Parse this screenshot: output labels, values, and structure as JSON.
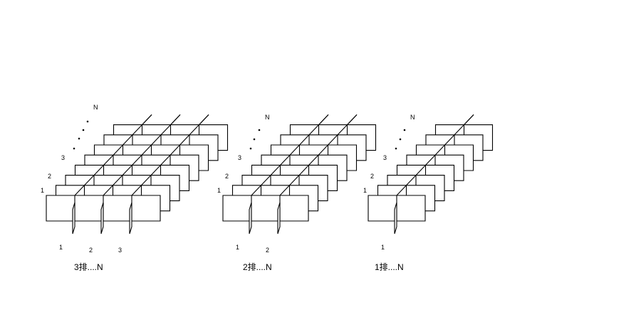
{
  "diagrams": [
    {
      "caption": "3排....N",
      "column_labels": [
        "1",
        "2",
        "3"
      ],
      "row_labels": [
        "1",
        "2",
        "3"
      ],
      "top_label": "N"
    },
    {
      "caption": "2排....N",
      "column_labels": [
        "1",
        "2"
      ],
      "row_labels": [
        "1",
        "2",
        "3"
      ],
      "top_label": "N"
    },
    {
      "caption": "1排....N",
      "column_labels": [
        "1"
      ],
      "row_labels": [
        "1",
        "2",
        "3"
      ],
      "top_label": "N"
    }
  ]
}
